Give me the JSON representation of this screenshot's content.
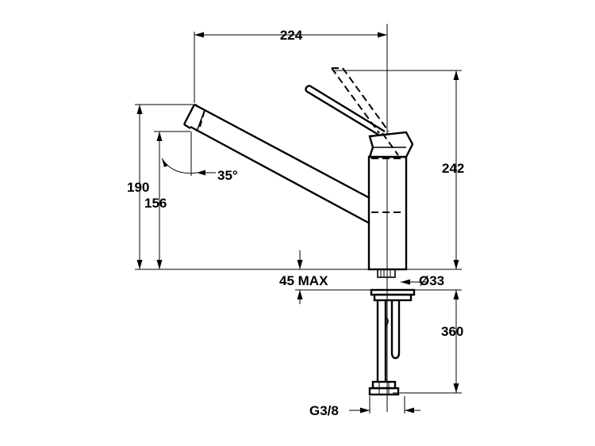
{
  "dimensions": {
    "width_top": "224",
    "total_height": "242",
    "spout_height": "190",
    "spout_outlet_height": "156",
    "spout_angle": "35°",
    "countertop_max": "45 MAX",
    "base_diameter": "Ø33",
    "hose_length": "360",
    "thread": "G3/8"
  }
}
